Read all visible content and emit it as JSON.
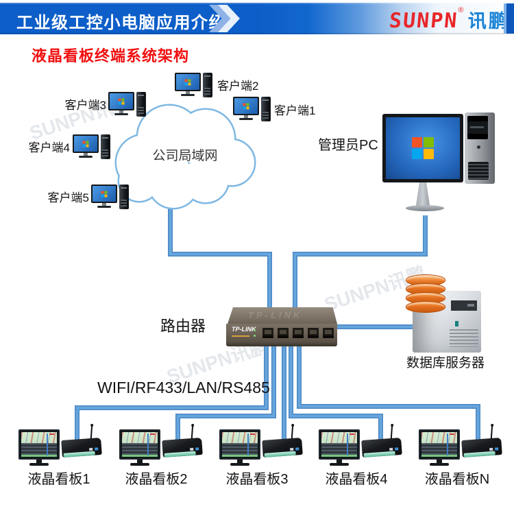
{
  "header": {
    "title": "工业级工控小电脑应用介绍",
    "logo": {
      "en": "SUNPN",
      "reg": "®",
      "cn": "讯鹏"
    }
  },
  "subtitle": "液晶看板终端系统架构",
  "watermark": "SUNPN讯鹏",
  "cloud": {
    "label": "公司局域网"
  },
  "clients": [
    {
      "label": "客户端1"
    },
    {
      "label": "客户端2"
    },
    {
      "label": "客户端3"
    },
    {
      "label": "客户端4"
    },
    {
      "label": "客户端5"
    }
  ],
  "admin_pc": {
    "label": "管理员PC"
  },
  "router": {
    "label": "路由器",
    "brand": "TP-LINK"
  },
  "database": {
    "label": "数据库服务器"
  },
  "bus": {
    "label": "WIFI/RF433/LAN/RS485"
  },
  "kanbans": [
    {
      "label": "液晶看板1"
    },
    {
      "label": "液晶看板2"
    },
    {
      "label": "液晶看板3"
    },
    {
      "label": "液晶看板4"
    },
    {
      "label": "液晶看板N"
    }
  ],
  "colors": {
    "connector": "#5b9bd5",
    "header_blue": "#0d5ec8",
    "title_red": "#f10f0f",
    "logo_red": "#e8262a",
    "logo_blue": "#1b84d6"
  }
}
